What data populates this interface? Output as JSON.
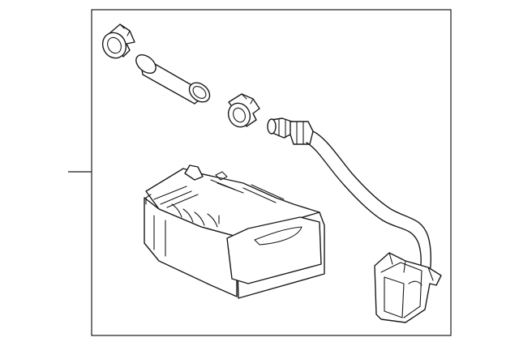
{
  "diagram": {
    "parts": [
      "hose-clamp",
      "vent-hose",
      "hose-clamp",
      "vapor-tube",
      "mounting-bracket",
      "charcoal-canister"
    ],
    "colors": {
      "line": "#1a1a1a",
      "background": "#ffffff"
    }
  }
}
